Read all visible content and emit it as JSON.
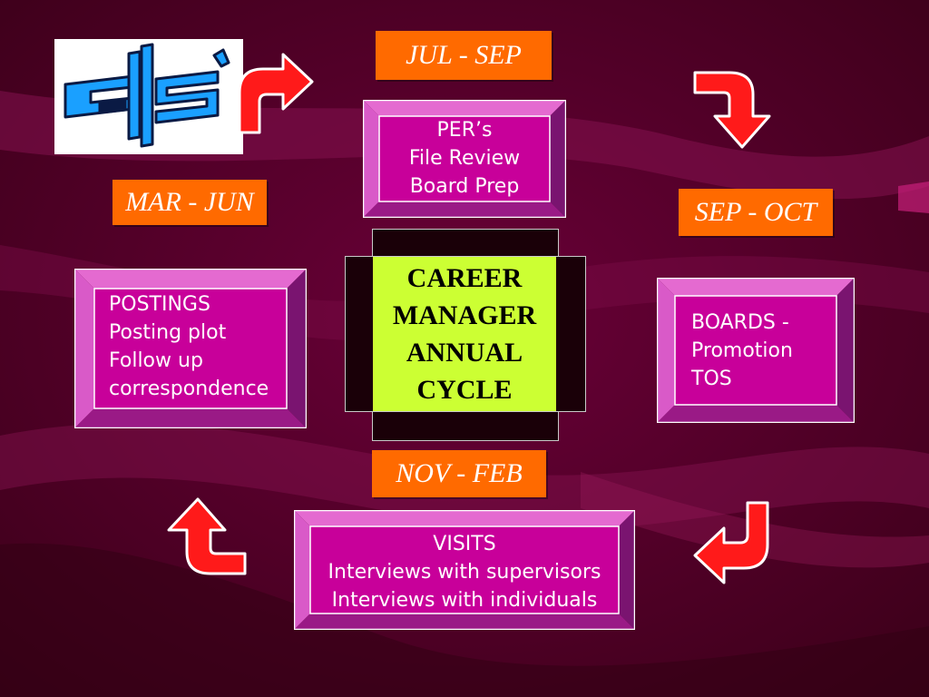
{
  "colors": {
    "background": "#5a0030",
    "label_bg": "#ff6a00",
    "box_face": "#c8009a",
    "center_bg": "#ccff33",
    "arrow": "#ff1a1a"
  },
  "labels": {
    "jul_sep": "JUL - SEP",
    "mar_jun": "MAR - JUN",
    "sep_oct": "SEP - OCT",
    "nov_feb": "NOV - FEB"
  },
  "center": {
    "lines": [
      "CAREER",
      "MANAGER",
      "ANNUAL",
      "CYCLE"
    ]
  },
  "boxes": {
    "pers": [
      "PER’s",
      "File Review",
      "Board Prep"
    ],
    "postings": [
      "POSTINGS",
      "Posting plot",
      "Follow up",
      "correspondence"
    ],
    "boards": [
      "BOARDS -",
      "Promotion",
      "TOS"
    ],
    "visits": [
      "VISITS",
      "Interviews with supervisors",
      "Interviews with individuals"
    ]
  },
  "icons": {
    "logo": "organization-logo",
    "arrows": [
      "curved-arrow-icon",
      "curved-arrow-icon",
      "curved-arrow-icon",
      "curved-arrow-icon"
    ]
  }
}
